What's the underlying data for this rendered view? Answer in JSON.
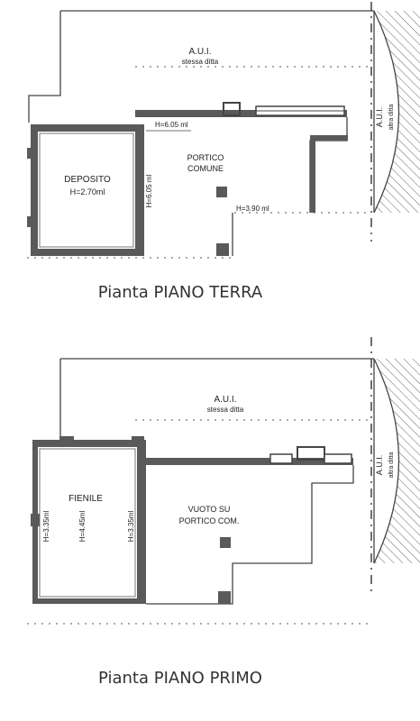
{
  "ground_floor": {
    "title": "Pianta PIANO TERRA",
    "aui_label": "A.U.I.",
    "aui_sub": "stessa ditta",
    "aui_side_label": "A.U.I.",
    "aui_side_sub": "altra ditta",
    "deposito_label": "DEPOSITO",
    "deposito_height": "H=2.70ml",
    "portico_label_1": "PORTICO",
    "portico_label_2": "COMUNE",
    "dim_top": "H=6.05 ml",
    "dim_vertical": "H=6.05 ml",
    "dim_bottom": "H=3.90 ml"
  },
  "first_floor": {
    "title": "Pianta PIANO PRIMO",
    "aui_label": "A.U.I.",
    "aui_sub": "stessa ditta",
    "aui_side_label": "A.U.I.",
    "aui_side_sub": "altra ditta",
    "fienile_label": "FIENILE",
    "fienile_h_left": "H=3.35ml",
    "fienile_h_center": "H=4.45ml",
    "fienile_h_right": "H=3.35ml",
    "vuoto_label_1": "VUOTO SU",
    "vuoto_label_2": "PORTICO COM."
  }
}
